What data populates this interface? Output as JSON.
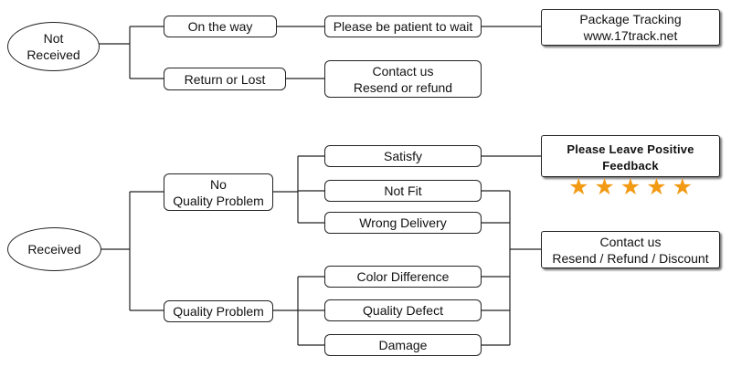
{
  "not_received": {
    "root": [
      "Not",
      "Received"
    ],
    "on_the_way": "On the way",
    "patient": "Please be patient to wait",
    "tracking": [
      "Package Tracking",
      "www.17track.net"
    ],
    "return_lost": "Return or Lost",
    "contact": [
      "Contact us",
      "Resend or refund"
    ]
  },
  "received": {
    "root": "Received",
    "no_quality": [
      "No",
      "Quality Problem"
    ],
    "quality": "Quality Problem",
    "satisfy": "Satisfy",
    "not_fit": "Not Fit",
    "wrong_delivery": "Wrong Delivery",
    "color_difference": "Color Difference",
    "quality_defect": "Quality Defect",
    "damage": "Damage",
    "feedback": {
      "label": "Please Leave Positive Feedback",
      "stars": 5,
      "star_color": "#f39a14"
    },
    "contact": [
      "Contact us",
      "Resend / Refund / Discount"
    ]
  }
}
